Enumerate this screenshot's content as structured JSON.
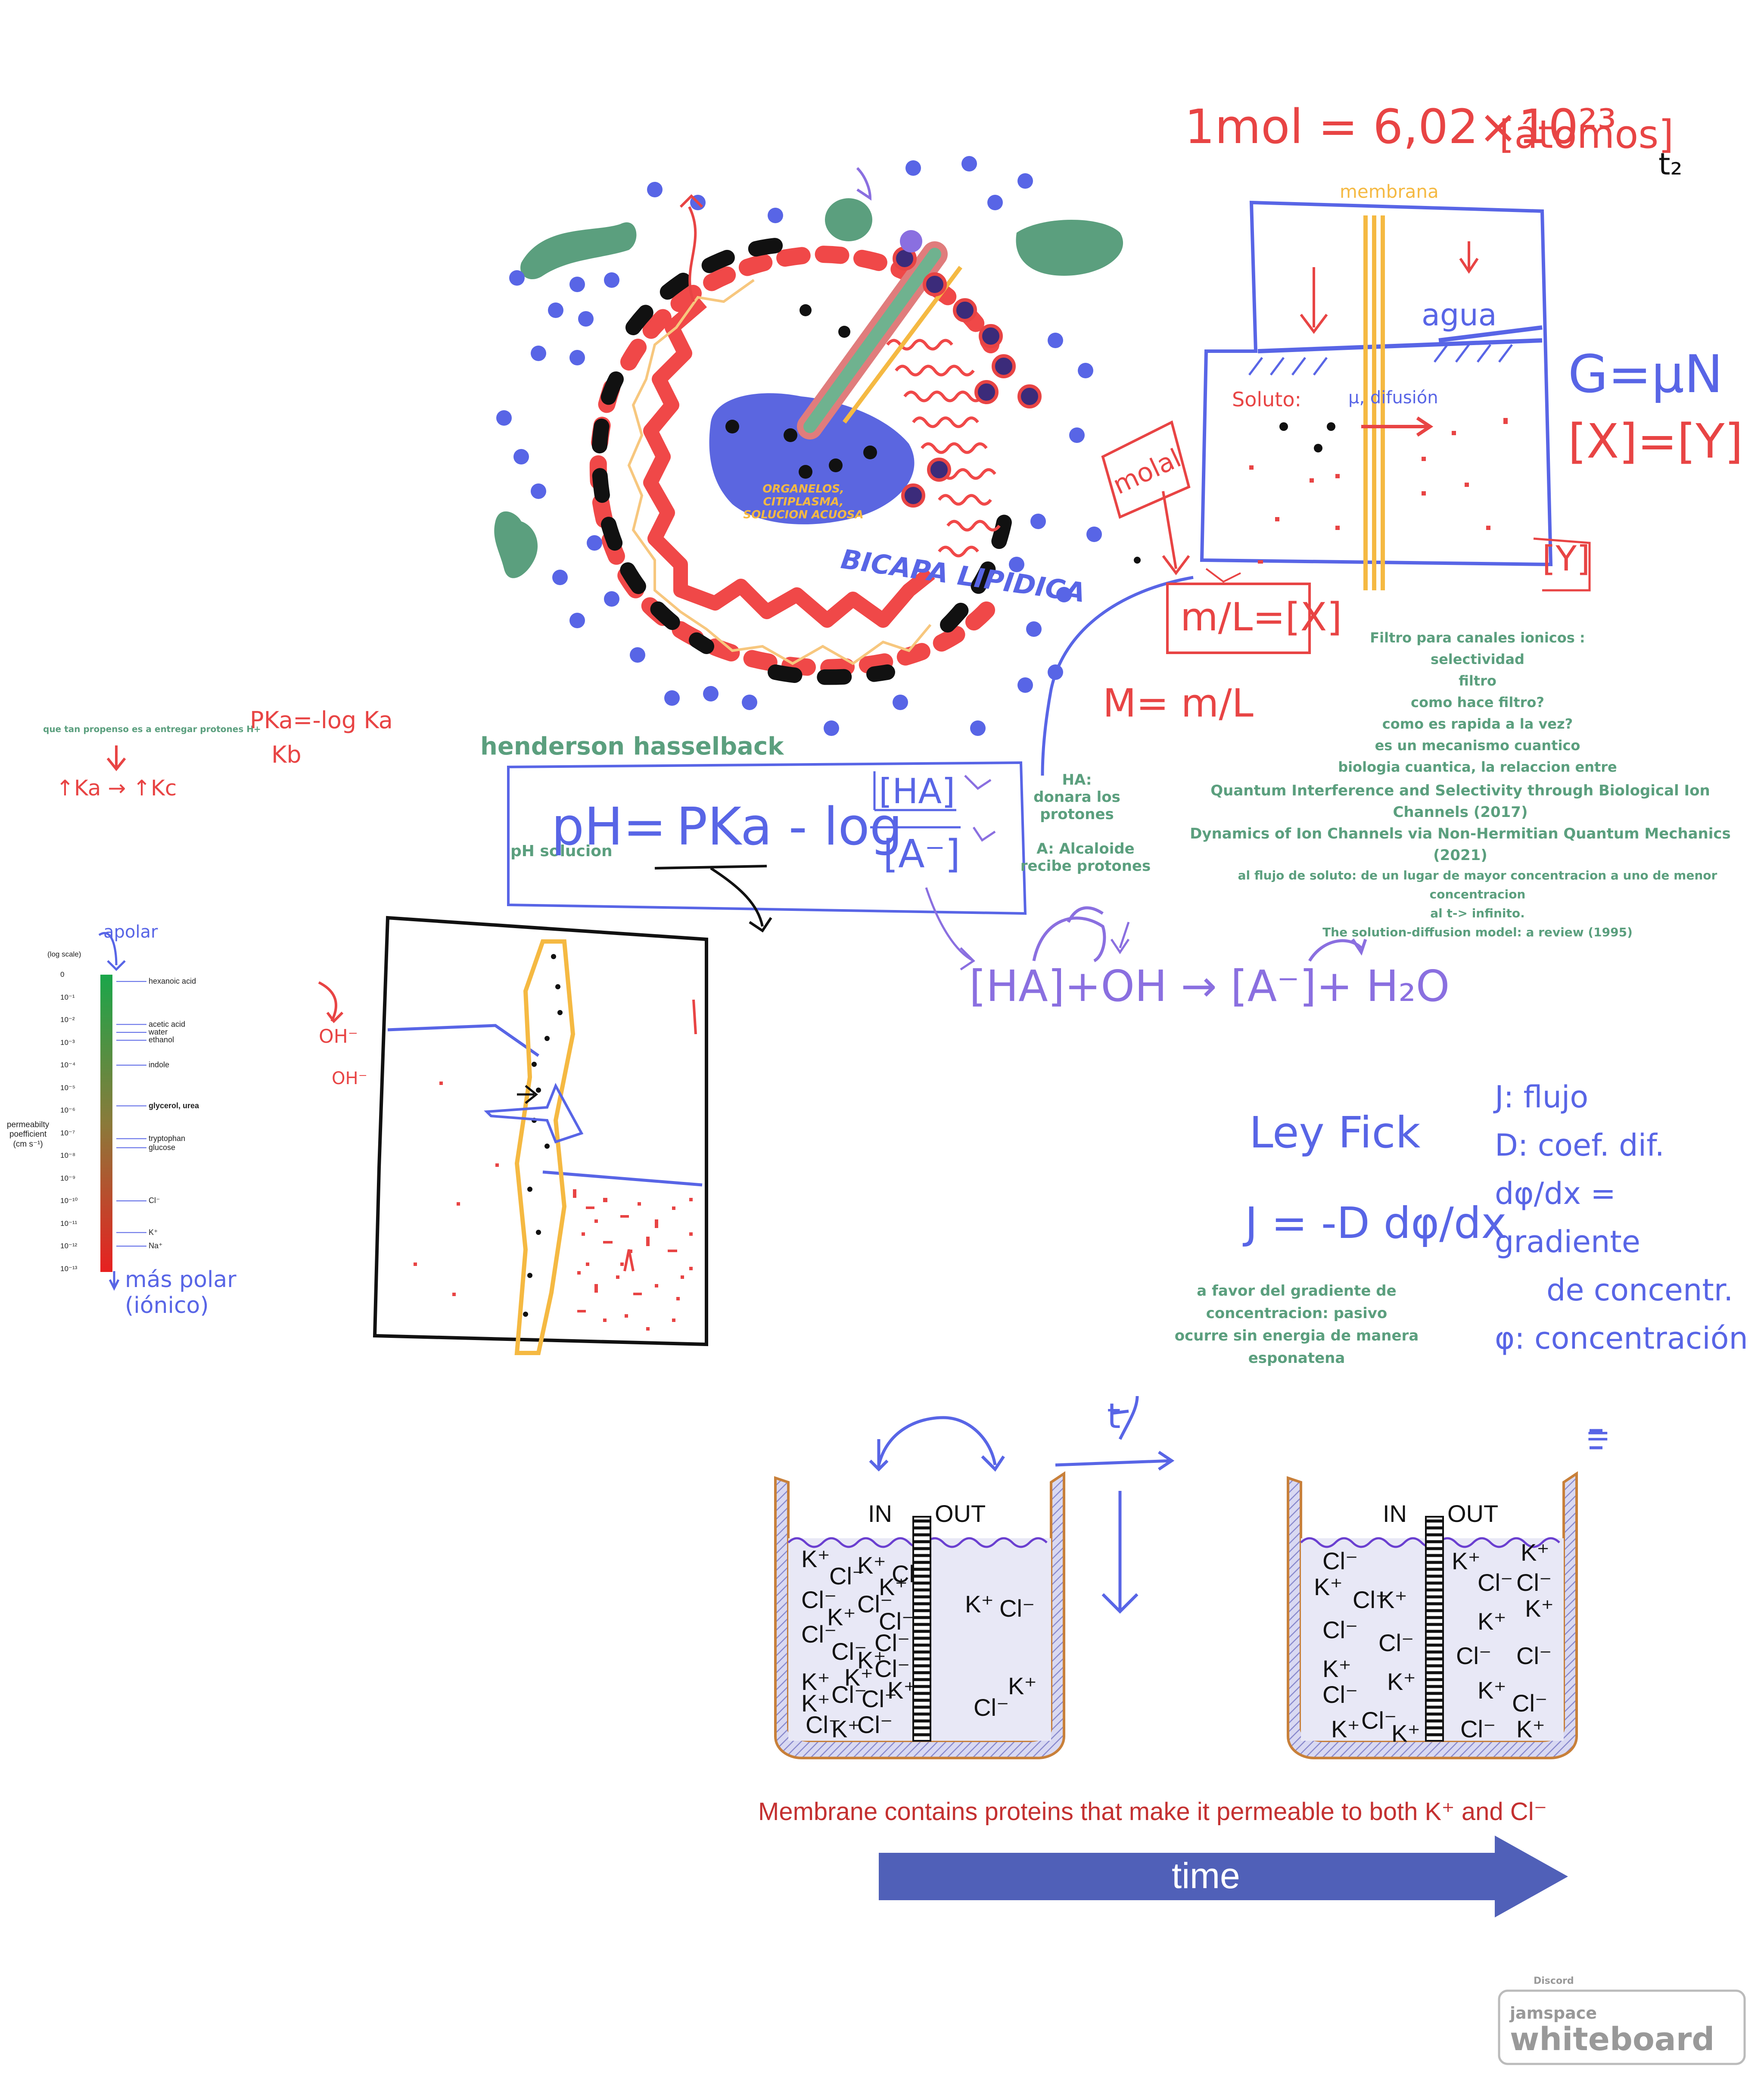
{
  "app": {
    "brand_small": "Discord",
    "brand_line1": "jamspace",
    "brand_line2": "whiteboard"
  },
  "handwritten": {
    "mol_eq": "1mol = 6,02×10²³",
    "atoms": "[átomos]",
    "membrana": "membrana",
    "agua": "agua",
    "soluto": "Soluto:",
    "mu_difusion": "μ, difusión",
    "molal": "molal",
    "g_eq": "G=μN",
    "x_eq_y": "[X]=[Y]",
    "y_bracket": "[Y]",
    "m_over_l": "m/L=[X]",
    "m_eq": "M= m/L",
    "pka": "PKa=-log Ka",
    "kb": "Kb",
    "ka_arrow": "↑Ka → ↑Kc",
    "ph_eq_lhs": "pH=",
    "ph_eq_rhs": "PKa - log",
    "ha": "[HA]",
    "a_minus": "[A⁻]",
    "reaction": "[HA]+OH → [A⁻]+ H₂O",
    "apolar": "apolar",
    "mas_polar_1": "más polar",
    "mas_polar_2": "(iónico)",
    "oh1": "OH⁻",
    "oh2": "OH⁻",
    "ley_fick": "Ley Fick",
    "fick_eq": "J = -D dφ/dx",
    "j_def": "J: flujo",
    "d_def": "D: coef. dif.",
    "grad_def1": "dφ/dx = gradiente",
    "grad_def2": "de concentr.",
    "phi_def": "φ: concentración",
    "t_label": "t",
    "equals_sign": "="
  },
  "cell": {
    "organelos": "ORGANELOS, CITIPLASMA,",
    "solucion": "SOLUCION ACUOSA",
    "bicapa": "BICAPA LIPIDICA"
  },
  "notes": {
    "henderson": "henderson hasselback",
    "ph_solucion": "pH solucion",
    "propenso": "que tan propenso es a entregar protones H+",
    "ha_label": "HA:",
    "ha_desc": "donara los protones",
    "a_label": "A: Alcaloide",
    "a_desc": "recibe protones",
    "filtro_lines": [
      "Filtro para canales ionicos : selectividad",
      "filtro",
      "como hace filtro?",
      "como es rapida a la vez?",
      "es un mecanismo cuantico",
      "biologia cuantica, la relaccion entre"
    ],
    "paper1": "Quantum Interference and Selectivity through Biological Ion Channels (2017)",
    "paper2": "Dynamics of Ion Channels via Non-Hermitian Quantum Mechanics (2021)",
    "flujo_lines": [
      "al flujo de soluto: de un lugar de mayor concentracion a uno de menor concentracion",
      "al t-> infinito.",
      "The solution-diffusion model: a review (1995)"
    ],
    "gradiente_lines": [
      "a favor del gradiente de concentracion: pasivo",
      "ocurre sin energia de manera esponatena"
    ]
  },
  "permeability_chart": {
    "scale_label": "(log scale)",
    "axis_title": [
      "permeabilty",
      "poefficient",
      "(cm s⁻¹)"
    ],
    "ticks": [
      "0",
      "10⁻¹",
      "10⁻²",
      "10⁻³",
      "10⁻⁴",
      "10⁻⁵",
      "10⁻⁶",
      "10⁻⁷",
      "10⁻⁸",
      "10⁻⁹",
      "10⁻¹⁰",
      "10⁻¹¹",
      "10⁻¹²",
      "10⁻¹³"
    ],
    "items": [
      {
        "label": "hexanoic acid",
        "tick": 0.3
      },
      {
        "label": "acetic acid",
        "tick": 2.2
      },
      {
        "label": "water",
        "tick": 2.55
      },
      {
        "label": "ethanol",
        "tick": 2.9
      },
      {
        "label": "indole",
        "tick": 4
      },
      {
        "label": "glycerol, urea",
        "tick": 5.8
      },
      {
        "label": "tryptophan",
        "tick": 7.25
      },
      {
        "label": "glucose",
        "tick": 7.65
      },
      {
        "label": "Cl⁻",
        "tick": 10
      },
      {
        "label": "K⁺",
        "tick": 11.4
      },
      {
        "label": "Na⁺",
        "tick": 12
      }
    ]
  },
  "beakers": {
    "in": "IN",
    "out": "OUT",
    "caption": "Membrane contains proteins that make it permeable to both K⁺ and Cl⁻",
    "time": "time",
    "left_in_ions": [
      "K⁺",
      "Cl⁻",
      "K⁺",
      "Cl⁻",
      "Cl⁻",
      "K⁺",
      "K⁺",
      "Cl⁻",
      "Cl⁻",
      "Cl⁻",
      "K⁺",
      "Cl⁻",
      "K⁺",
      "K⁺",
      "Cl⁻",
      "K⁺",
      "Cl⁻",
      "Cl⁻",
      "Cl⁻",
      "K⁺",
      "Cl⁻",
      "K⁺",
      "Cl⁻"
    ],
    "left_out_ions": [
      "K⁺",
      "Cl⁻",
      "Cl⁻",
      "K⁺"
    ],
    "right_in_ions": [
      "Cl⁻",
      "K⁺",
      "Cl⁻",
      "K⁺",
      "Cl⁻",
      "Cl⁻",
      "K⁺",
      "Cl⁻",
      "K⁺",
      "K⁺",
      "Cl⁻",
      "K⁺"
    ],
    "right_out_ions": [
      "K⁺",
      "K⁺",
      "Cl⁻",
      "Cl⁻",
      "K⁺",
      "K⁺",
      "Cl⁻",
      "Cl⁻",
      "K⁺",
      "Cl⁻",
      "Cl⁻",
      "K⁺"
    ]
  },
  "colors": {
    "blue": "#5865e6",
    "red": "#e84444",
    "green": "#5b9f7e",
    "orange": "#f5b942",
    "black": "#111111"
  }
}
